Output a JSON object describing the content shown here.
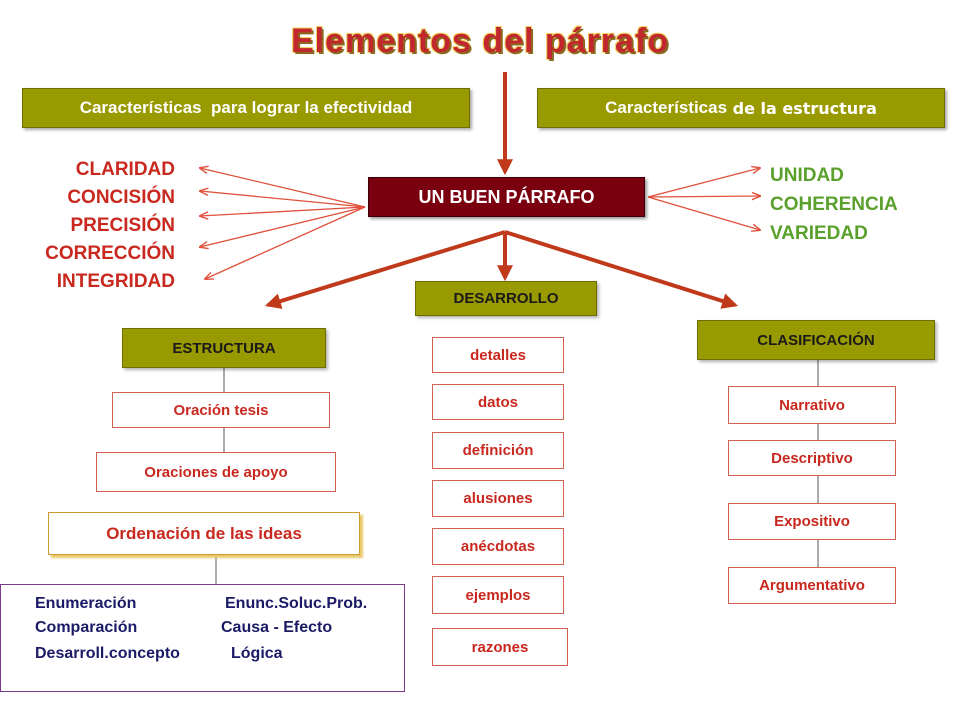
{
  "title": "Elementos del párrafo",
  "header_left": "Características  para lograr la efectividad",
  "header_right": {
    "part1": "Características",
    "part2": " de la estructura"
  },
  "center": "UN BUEN PÁRRAFO",
  "effectiveness": [
    "CLARIDAD",
    "CONCISIÓN",
    "PRECISIÓN",
    "CORRECCIÓN",
    "INTEGRIDAD"
  ],
  "structure_traits": [
    "UNIDAD",
    "COHERENCIA",
    "VARIEDAD"
  ],
  "estructura": {
    "label": "ESTRUCTURA",
    "items": [
      "Oración tesis",
      "Oraciones de apoyo"
    ],
    "ordenacion": "Ordenación de las ideas",
    "orders": [
      [
        "Enumeración",
        "Enunc.Soluc.Prob."
      ],
      [
        "Comparación",
        "Causa - Efecto"
      ],
      [
        "Desarroll.concepto",
        "Lógica"
      ]
    ]
  },
  "desarrollo": {
    "label": "DESARROLLO",
    "items": [
      "detalles",
      "datos",
      "definición",
      "alusiones",
      "anécdotas",
      "ejemplos",
      "razones"
    ]
  },
  "clasificacion": {
    "label": "CLASIFICACIÓN",
    "items": [
      "Narrativo",
      "Descriptivo",
      "Expositivo",
      "Argumentativo"
    ]
  },
  "colors": {
    "olive": "#999900",
    "maroon": "#7a0010",
    "red": "#c8281e",
    "green": "#5aa02c",
    "arrow": "#c0391b"
  }
}
